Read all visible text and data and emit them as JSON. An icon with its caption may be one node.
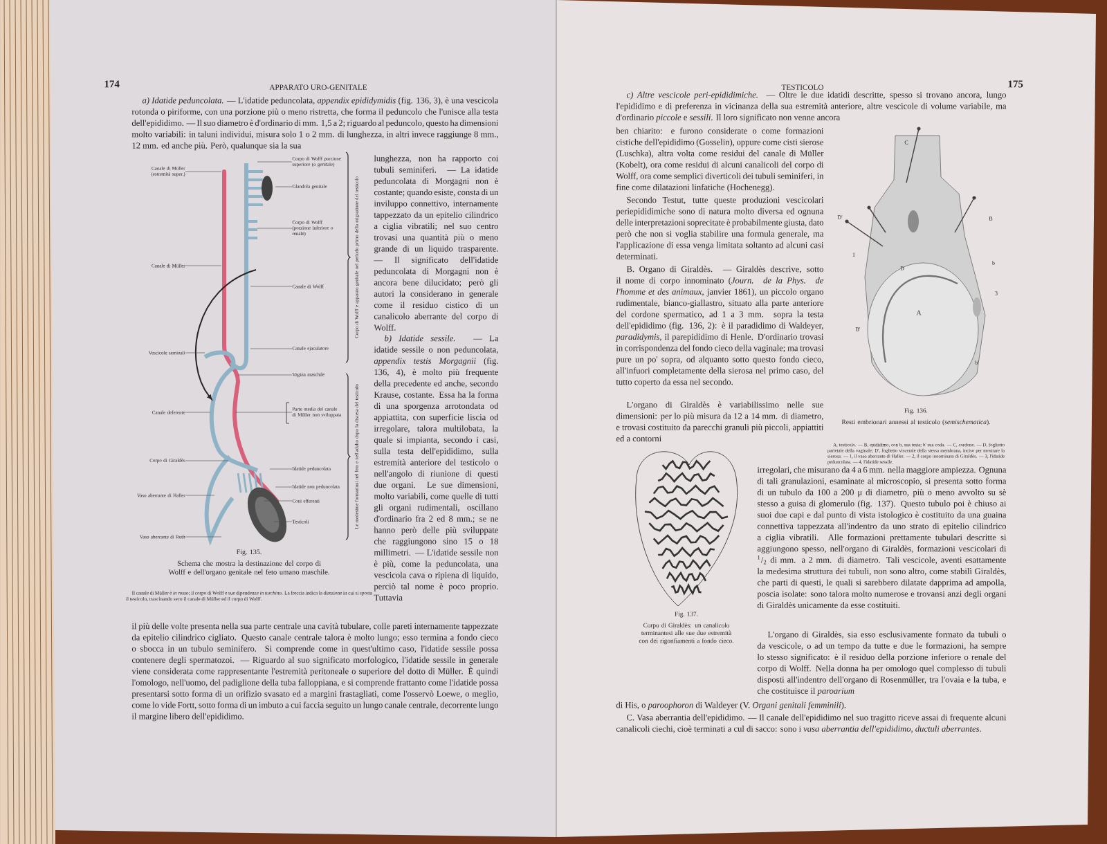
{
  "diagram": {
    "nodes": [
      {
        "text": [
          "Canale di Müller (estremità super.)"
        ]
      },
      {
        "text": [
          "Canale di Müller"
        ]
      },
      {
        "text": [
          "Vescicole seminali"
        ]
      },
      {
        "text": [
          "Canale deferente"
        ]
      },
      {
        "text": [
          "Corpo di Giraldès"
        ]
      },
      {
        "text": [
          "Vaso aberrante di Haller"
        ]
      },
      {
        "text": [
          "Vaso aberrante di Roth"
        ]
      },
      {
        "text": [
          "Corpo di Wolff porzione superiore (o genitale)"
        ]
      },
      {
        "text": [
          "Glandola genitale"
        ]
      },
      {
        "text": [
          "Corpo di Wolff (porzione inferiore o renale)"
        ]
      },
      {
        "text": [
          "Canale di Wolff"
        ]
      },
      {
        "text": [
          "Canale ejaculatore"
        ]
      },
      {
        "text": [
          "Vagina maschile"
        ]
      },
      {
        "text": [
          "Parte media del canale di Müller non sviluppata"
        ]
      },
      {
        "text": [
          "Idatide peduncolata"
        ]
      },
      {
        "text": [
          "Idatide non peduncolata"
        ]
      },
      {
        "text": [
          "Coni efferenti"
        ]
      },
      {
        "text": [
          "Testicoli"
        ]
      },
      {
        "text": [],
        "shape": "picture"
      }
    ],
    "edges": [
      {
        "from": 0,
        "to": 18,
        "arrow": "none"
      },
      {
        "from": 1,
        "to": 18,
        "arrow": "none"
      },
      {
        "from": 2,
        "to": 18,
        "arrow": "none"
      },
      {
        "from": 3,
        "to": 18,
        "arrow": "none"
      },
      {
        "from": 4,
        "to": 18,
        "arrow": "none"
      },
      {
        "from": 5,
        "to": 18,
        "arrow": "none"
      },
      {
        "from": 6,
        "to": 18,
        "arrow": "none"
      },
      {
        "from": 7,
        "to": 18,
        "arrow": "none"
      },
      {
        "from": 8,
        "to": 18,
        "arrow": "none"
      },
      {
        "from": 9,
        "to": 18,
        "arrow": "none"
      },
      {
        "from": 10,
        "to": 18,
        "arrow": "none"
      },
      {
        "from": 11,
        "to": 18,
        "arrow": "none"
      },
      {
        "from": 12,
        "to": 18,
        "arrow": "none"
      },
      {
        "from": 13,
        "to": 18,
        "arrow": "none"
      },
      {
        "from": 14,
        "to": 18,
        "arrow": "none"
      },
      {
        "from": 15,
        "to": 18,
        "arrow": "none"
      },
      {
        "from": 16,
        "to": 18,
        "arrow": "none"
      },
      {
        "from": 17,
        "to": 18,
        "arrow": "none"
      }
    ],
    "labels": [
      "174",
      "APPARATO URO-GENITALE",
      "*a) Idatide peduncolata.* — L'idatide peduncolata, *appendix epididymidis* (fig. 136, 3), è una vescicola rotonda o piriforme, con una porzione più o meno ristretta, che forma il peduncolo che l'unisce alla testa dell'epididimo. — Il suo diametro è d'ordinario di mm. 1,5 a 2; riguardo al peduncolo, questo ha dimensioni molto variabili: in taluni individui, misura solo 1 o 2 mm. di lunghezza, in altri invece raggiunge 8 mm., 12 mm. ed anche più. Però, qualunque sia la sua",
      "lunghezza, non ha rapporto coi tubuli seminiferi. — La idatide peduncolata di Morgagni non è costante; quando esiste, consta di un inviluppo connettivo, internamente tappezzato da un epitelio cilindrico a ciglia vibratili; nel suo centro trovasi una quantità più o meno grande di un liquido trasparente. — Il significato dell'idatide peduncolata di Morgagni non è ancora bene dilucidato; però gli autori la considerano in generale come il residuo cistico di un canalicolo aberrante del corpo di Wolff.",
      "*b) Idatide sessile.* — La idatide sessile o non peduncolata, *appendix testis Morgagnii* (fig. 136, 4), è molto più frequente della precedente ed anche, secondo Krause, costante. Essa ha la forma di una sporgenza arrotondata od appiattita, con superficie liscia od irregolare, talora multilobata, la quale si impianta, secondo i casi, sulla testa dell'epididimo, sulla estremità anteriore del testicolo o nell'angolo di riunione di questi due organi. Le sue dimensioni, molto variabili, come quelle di tutti gli organi rudimentali, oscillano d'ordinario fra 2 ed 8 mm.; se ne hanno però delle più sviluppate che raggiungono sino 15 o 18 millimetri. — L'idatide sessile non è più, come la peduncolata, una vescicola cava o ripiena di liquido, perciò tal nome è poco proprio. Tuttavia",
      "Corpo di Wolff e apparato genitale nel periodo primo della migrazione del testicolo",
      "Le medesime formazioni nel feto e nell'adulto dopo la discesa del testicolo",
      "Fig. 135.",
      "Schema che mostra la destinazione del corpo di Wolff e dell'organo genitale nel feto umano maschile.",
      "Il canale di Müller è *in rosso*; il corpo di Wolff e sue dipendenze *in turchino*. La freccia indica la direzione in cui si sposta il testicolo, trascinando seco il canale di Müller ed il corpo di Wolff.",
      "il più delle volte presenta nella sua parte centrale una cavità tubulare, colle pareti internamente tappezzate da epitelio cilindrico cigliato. Questo canale centrale talora è molto lungo; esso termina a fondo cieco o sbocca in un tubulo seminifero. Si comprende come in quest'ultimo caso, l'idatide sessile possa contenere degli spermatozoi. — Riguardo al suo significato morfologico, l'idatide sessile in generale viene considerata come rappresentante l'estremità peritoneale o superiore del dotto di Müller. È quindi l'omologo, nell'uomo, del padiglione della tuba falloppiana, e si comprende frattanto come l'idatide possa presentarsi sotto forma di un orifizio svasato ed a margini frastagliati, come l'osservò Loewe, o meglio, come lo vide Fortt, sotto forma di un imbuto a cui faccia seguito un lungo canale centrale, decorrente lungo il margine libero dell'epididimo.",
      "TESTICOLO",
      "175",
      "*c) Altre vescicole peri-epididimiche.* — Oltre le due idatidi descritte, spesso si trovano ancora, lungo l'epididimo e di preferenza in vicinanza della sua estremità anteriore, altre vescicole di volume variabile, ma d'ordinario *piccole* e *sessili*. Il loro significato non venne ancora",
      "ben chiarito: e furono considerate o come formazioni cistiche dell'epididimo (Gosselin), oppure come cisti sierose (Luschka), altra volta come residui del canale di Müller (Kobelt), ora come residui di alcuni canalicoli del corpo di Wolff, ora come semplici diverticoli dei tubuli seminiferi, in fine come dilatazioni linfatiche (Hochenegg).",
      "Secondo Testut, tutte queste produzioni vescicolari periepididimiche sono di natura molto diversa ed ognuna delle interpretazioni soprecitate è probabilmente giusta, dato però che non si voglia stabilire una formula generale, ma l'applicazione di essa venga limitata soltanto ad alcuni casi determinati.",
      "B. Organo di Giraldès. — Giraldès descrive, sotto il nome di corpo innominato (*Journ. de la Phys. de l'homme et des animaux*, janvier 1861), un piccolo organo rudimentale, bianco-giallastro, situato alla parte anteriore del cordone spermatico, ad 1 a 3 mm. sopra la testa dell'epididimo (fig. 136, 2): è il paradidimo di Waldeyer, *paradidymis*, il parepididimo di Henle. D'ordinario trovasi in corrispondenza del fondo cieco della vaginale; ma trovasi pure un po' sopra, od alquanto sotto questo fondo cieco, all'infuori completamente della sierosa nel primo caso, del tutto coperto da essa nel secondo.",
      "L'organo di Giraldès è variabilissimo nelle sue dimensioni: per lo più misura da 12 a 14 mm. di diametro, e trovasi costituito da parecchi granuli più piccoli, appiattiti ed a contorni",
      "irregolari, che misurano da 4 a 6 mm. nella maggiore ampiezza. Ognuna di tali granulazioni, esaminate al microscopio, si presenta sotto forma di un tubulo da 100 a 200 μ di diametro, più o meno avvolto su sè stesso a guisa di glomerulo (fig. 137). Questo tubulo poi è chiuso ai suoi due capi e dal punto di vista istologico è costituito da una guaina connettiva tappezzata all'indentro da uno strato di epitelio cilindrico a ciglia vibratili. Alle formazioni prettamente tubulari descritte si aggiungono spesso, nell'organo di Giraldès, formazioni vescicolari di $^{1}$/$_{2}$ di mm. a 2 mm. di diametro. Tali vescicole, aventi esattamente la medesima struttura dei tubuli, non sono altro, come stabilì Giraldès, che parti di questi, le quali si sarebbero dilatate dapprima ad ampolla, poscia isolate: sono talora molto numerose e trovansi anzi degli organi di Giraldès unicamente da esse costituiti.",
      "L'organo di Giraldès, sia esso esclusivamente formato da tubuli o da vescicole, o ad un tempo da tutte e due le formazioni, ha sempre lo stesso significato: è il residuo della porzione inferiore o renale del corpo di Wolff. Nella donna ha per omologo quel complesso di tubuli disposti all'indentro dell'organo di Rosenmüller, tra l'ovaia e la tuba, e che costituisce il *paroarium*",
      "di His, o *paroophoron* di Waldeyer (V. *Organi genitali femminili*).",
      "C. Vasa aberrantia dell'epididimo. — Il canale dell'epididimo nel suo tragitto riceve assai di frequente alcuni canalicoli ciechi, cioè terminati a cul di sacco: sono i *vasa aberrantia dell'epididimo, ductuli aberrantes*.",
      "C",
      "D'",
      "B",
      "1",
      "D",
      "b",
      "3",
      "A",
      "B'",
      "b'",
      "Fig. 136.",
      "Resti embrionari annessi al testicolo (*semischematica*).",
      "A, testicolo. — B, epididimo, con b, sua testa; b' sua coda. — C, cordone. — D, foglietto parietale della vaginale; D', foglietto viscerale della stessa membrana, inciso per mostrare la sierosa. — 1, il vaso aberrante di Haller. — 2, il corpo innominato di Giraldès. — 3, l'idatide peduncolata. — 4, l'idatide sessile.",
      "Fig. 137.",
      "Corpo di Giraldès: un canalicolo terminantesi alle sue due estremità con dei rigonfiamenti a fondo cieco."
    ]
  }
}
